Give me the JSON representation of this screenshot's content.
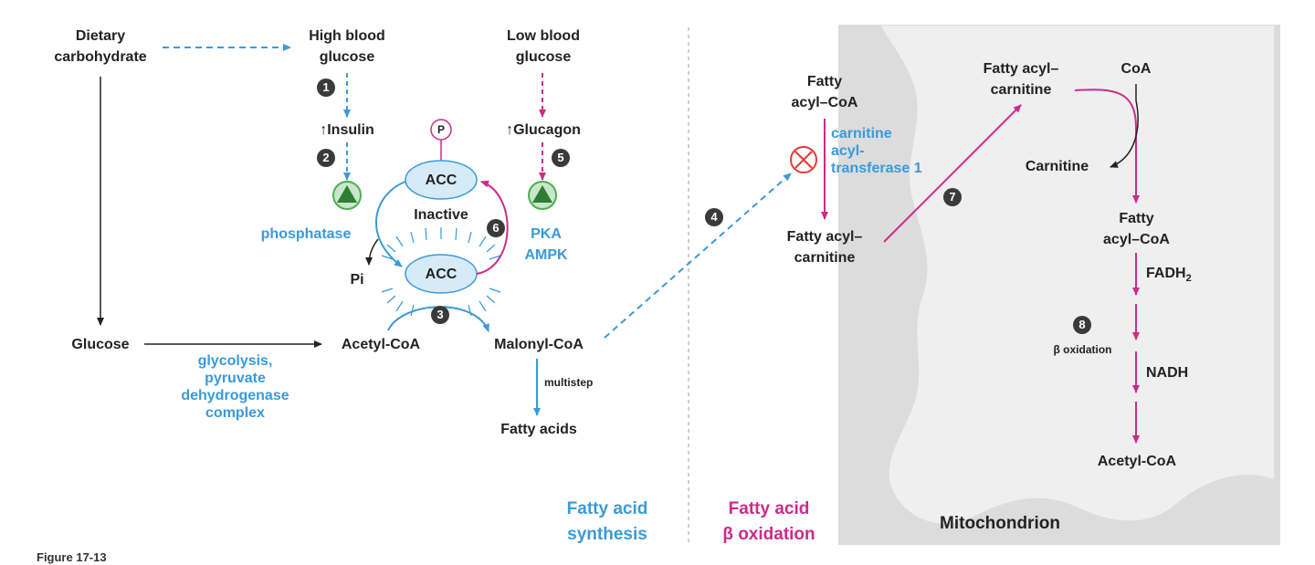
{
  "labels": {
    "dietary_carbohydrate": "Dietary\ncarbohydrate",
    "high_blood_glucose": "High blood\nglucose",
    "low_blood_glucose": "Low blood\nglucose",
    "insulin": "↑Insulin",
    "glucagon": "↑Glucagon",
    "phospho": "P",
    "acc_top": "ACC",
    "acc_bottom": "ACC",
    "inactive": "Inactive",
    "phosphatase": "phosphatase",
    "pka_ampk": "PKA\nAMPK",
    "pi": "Pi",
    "glucose": "Glucose",
    "acetyl_coa": "Acetyl-CoA",
    "malonyl_coa": "Malonyl-CoA",
    "glycolysis": "glycolysis,\npyruvate\ndehydrogenase\ncomplex",
    "multistep": "multistep",
    "fatty_acids": "Fatty acids",
    "fatty_acid_synthesis": "Fatty acid\nsynthesis",
    "fatty_acid_beta_oxidation": "Fatty acid\nβ oxidation",
    "fatty_acyl_coa_1": "Fatty\nacyl–CoA",
    "carnitine_acyltransferase": "carnitine\nacyl-\ntransferase 1",
    "fatty_acyl_carnitine_1": "Fatty acyl–\ncarnitine",
    "fatty_acyl_carnitine_2": "Fatty acyl–\ncarnitine",
    "coa": "CoA",
    "carnitine": "Carnitine",
    "fatty_acyl_coa_2": "Fatty\nacyl–CoA",
    "fadh2": "FADH2",
    "beta_oxidation": "β oxidation",
    "nadh": "NADH",
    "acetyl_coa_2": "Acetyl-CoA",
    "mitochondrion": "Mitochondrion",
    "figure_caption": "Figure 17-13"
  },
  "steps": [
    "1",
    "2",
    "3",
    "4",
    "5",
    "6",
    "7",
    "8"
  ],
  "colors": {
    "blue": "#3a9ad9",
    "magenta": "#cc2b8a",
    "dark": "#222222",
    "acc_fill": "#d6ebf7",
    "activator_green": "#4caf50",
    "inhibitor_red": "#e53935",
    "mitochondrion_outer": "#dcdcdc",
    "mitochondrion_inner": "#efefef"
  }
}
